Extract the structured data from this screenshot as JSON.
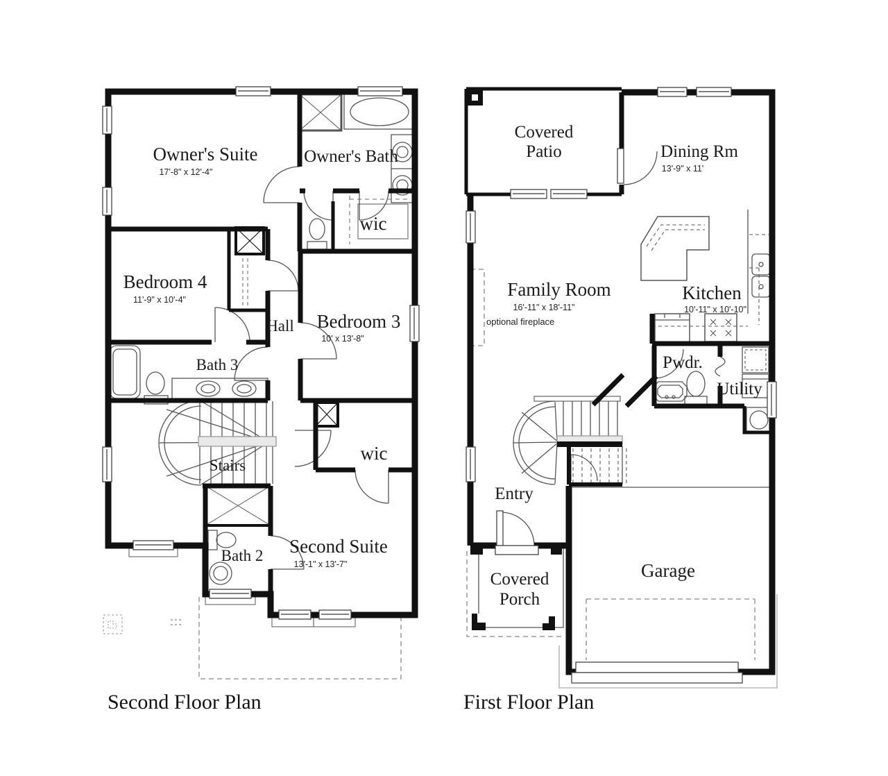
{
  "colors": {
    "wall": "#111111",
    "thin_line": "#555555",
    "dash_line": "#888888",
    "text": "#1a1a1a",
    "landing_fill": "#e9e9e9",
    "background": "#ffffff"
  },
  "second_floor": {
    "title": "Second Floor Plan",
    "rooms": {
      "owners_suite": {
        "name": "Owner's Suite",
        "dims": "17'-8\" x 12'-4\""
      },
      "owners_bath": {
        "name": "Owner's Bath"
      },
      "wic_upper": {
        "name": "wic"
      },
      "bedroom4": {
        "name": "Bedroom 4",
        "dims": "11'-9\" x 10'-4\""
      },
      "hall": {
        "name": "Hall"
      },
      "bedroom3": {
        "name": "Bedroom 3",
        "dims": "10' x 13'-8\""
      },
      "bath3": {
        "name": "Bath 3"
      },
      "stairs": {
        "name": "Stairs"
      },
      "wic_lower": {
        "name": "wic"
      },
      "bath2": {
        "name": "Bath 2"
      },
      "second_suite": {
        "name": "Second Suite",
        "dims": "13'-1\" x 13'-7\""
      }
    }
  },
  "first_floor": {
    "title": "First Floor Plan",
    "rooms": {
      "covered_patio": {
        "line1": "Covered",
        "line2": "Patio"
      },
      "dining": {
        "name": "Dining Rm",
        "dims": "13'-9\" x 11'"
      },
      "family": {
        "name": "Family Room",
        "dims": "16'-11\" x 18'-11\""
      },
      "fireplace_note": "optional fireplace",
      "kitchen": {
        "name": "Kitchen",
        "dims": "10'-11\" x 10'-10\""
      },
      "pwdr": {
        "name": "Pwdr."
      },
      "utility": {
        "name": "Utility"
      },
      "entry": {
        "name": "Entry"
      },
      "covered_porch": {
        "line1": "Covered",
        "line2": "Porch"
      },
      "garage": {
        "name": "Garage"
      }
    }
  }
}
